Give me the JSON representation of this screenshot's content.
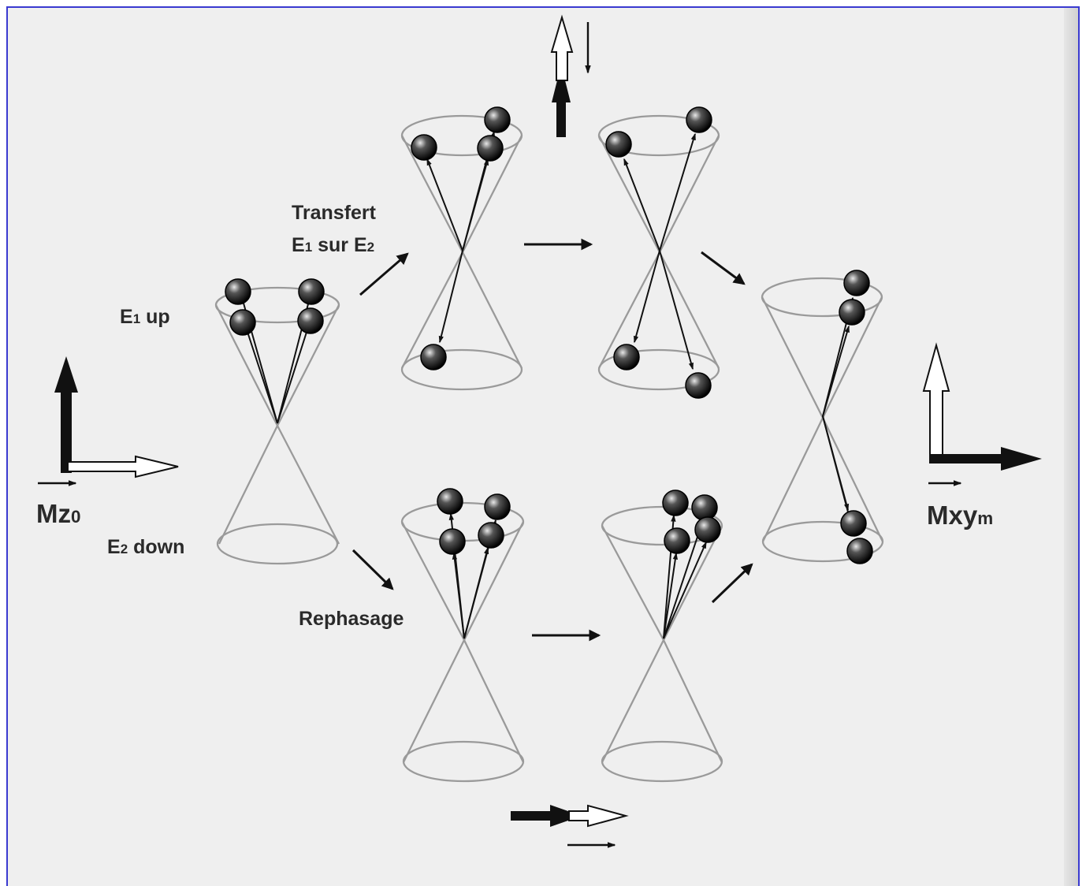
{
  "labels": {
    "e1_up_main": "E",
    "e1_up_sub": "1",
    "e1_up_rest": " up",
    "e2_down_main": "E",
    "e2_down_sub": "2",
    "e2_down_rest": " down",
    "transfert_line1": "Transfert",
    "transfert_line2_a": "E",
    "transfert_line2_sub1": "1",
    "transfert_line2_b": " sur E",
    "transfert_line2_sub2": "2",
    "rephasage": "Rephasage",
    "mz_main": "Mz",
    "mz_sub": "0",
    "mxy_main": "Mxy",
    "mxy_sub": "m"
  },
  "icon_names": [
    "cone-icon",
    "spin-ball-icon",
    "magnetization-arrow-icon",
    "vector-arrow-icon"
  ],
  "colors": {
    "background": "#efefef",
    "border": "#3a3ad0",
    "cone": "#9a9a9a",
    "ink": "#111111"
  }
}
